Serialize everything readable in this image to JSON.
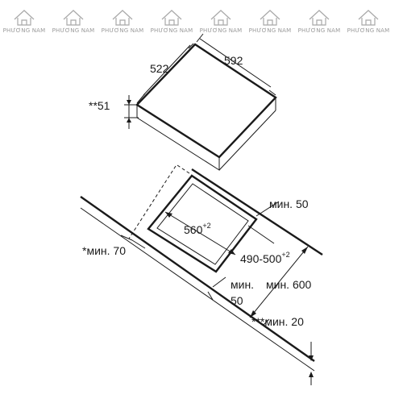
{
  "watermark": {
    "text": "PHƯƠNG NAM",
    "count": 8
  },
  "dimensions": {
    "hob_depth": "522",
    "hob_width": "592",
    "hob_height": "**51",
    "cutout_width_base": "560",
    "cutout_width_tol": "+2",
    "cutout_depth_base": "490-500",
    "cutout_depth_tol": "+2",
    "min_50_back": "мин. 50",
    "min_70": "*мин. 70",
    "min_50_front_a": "мин.",
    "min_50_front_b": "50",
    "min_600": "мин. 600",
    "min_20": "***мин. 20"
  }
}
